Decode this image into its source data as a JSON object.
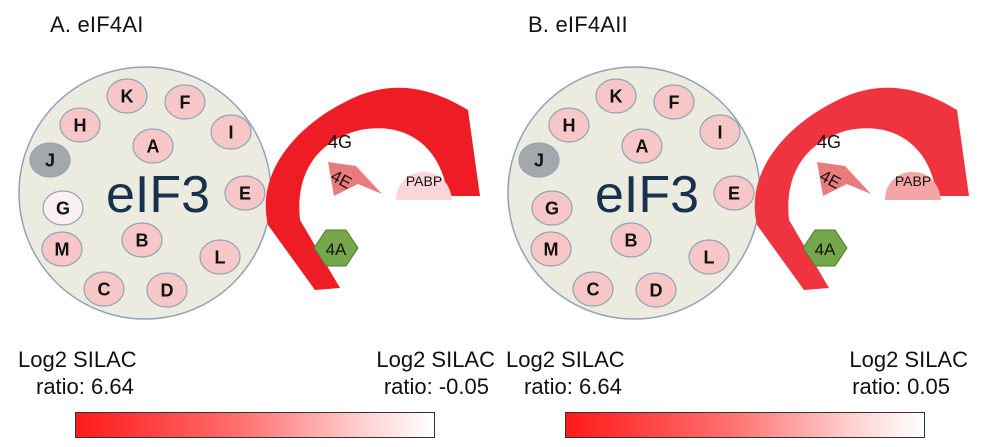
{
  "panels": [
    {
      "title": "A. eIF4AI",
      "complex_label": "eIF3",
      "subunits": {
        "K": "#f7c6c6",
        "F": "#f7c6c6",
        "H": "#f7c6c6",
        "I": "#f7c6c6",
        "A": "#f7c6c6",
        "J": "#a5a8ab",
        "E": "#f7c6c6",
        "G": "#fbeff0",
        "M": "#f7c6c6",
        "B": "#f7c6c6",
        "L": "#f7c6c6",
        "C": "#f7c6c6",
        "D": "#f7c6c6"
      },
      "factors": {
        "g4": "4G",
        "e4": "4E",
        "pabp": "PABP",
        "a4": "4A"
      },
      "factor_colors": {
        "g4": "#ee1c25",
        "e4": "#e87c7c",
        "pabp": "#fbd6d8",
        "a4": "#76a64a"
      },
      "legend": {
        "left": [
          "Log2 SILAC",
          "ratio: 6.64"
        ],
        "right": [
          "Log2 SILAC",
          "ratio: -0.05"
        ]
      }
    },
    {
      "title": "B. eIF4AII",
      "complex_label": "eIF3",
      "subunits": {
        "K": "#f7c6c6",
        "F": "#f7c6c6",
        "H": "#f7c6c6",
        "I": "#f7c6c6",
        "A": "#f7c6c6",
        "J": "#a5a8ab",
        "E": "#f7c6c6",
        "G": "#f7c6c6",
        "M": "#f7c6c6",
        "B": "#f7c6c6",
        "L": "#f7c6c6",
        "C": "#f7c6c6",
        "D": "#f7c6c6"
      },
      "factors": {
        "g4": "4G",
        "e4": "4E",
        "pabp": "PABP",
        "a4": "4A"
      },
      "factor_colors": {
        "g4": "#ef3440",
        "e4": "#e87c7c",
        "pabp": "#f4a5a5",
        "a4": "#76a64a"
      },
      "legend": {
        "left": [
          "Log2 SILAC",
          "ratio: 6.64"
        ],
        "right": [
          "Log2 SILAC",
          "ratio:  0.05"
        ]
      }
    }
  ],
  "colors": {
    "circle_fill": "#ecebdf",
    "circle_stroke": "#8ea3b8",
    "eif3_text": "#17324d"
  }
}
